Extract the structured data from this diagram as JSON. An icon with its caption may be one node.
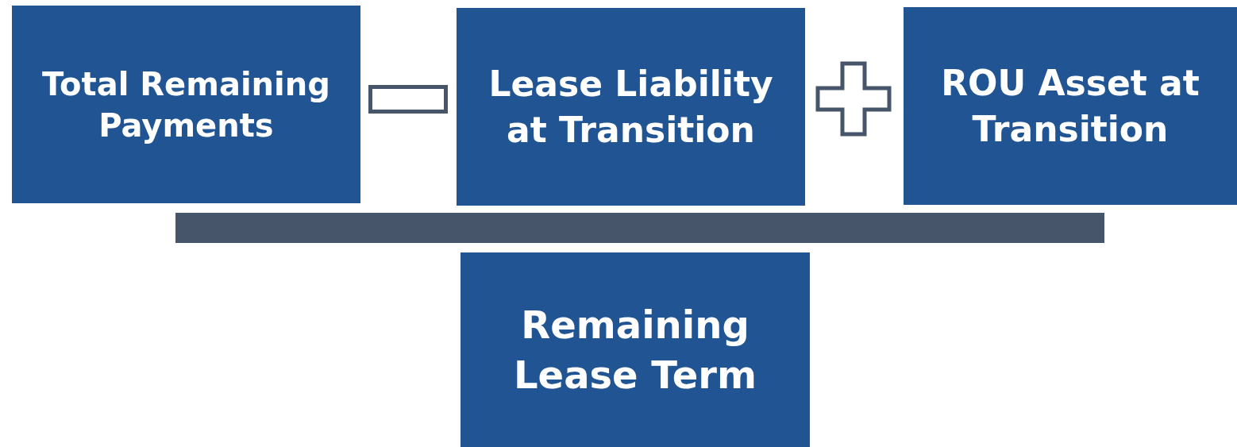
{
  "diagram": {
    "nodes": [
      {
        "text": [
          "Total Remaining Payments"
        ]
      },
      {
        "text": [],
        "shape": "minus"
      },
      {
        "text": [
          "Lease Liability at Transition"
        ]
      },
      {
        "text": [],
        "shape": "plus"
      },
      {
        "text": [
          "ROU Asset at Transition"
        ]
      },
      {
        "text": [],
        "shape": "bar"
      },
      {
        "text": [
          "Remaining Lease Term"
        ]
      }
    ]
  }
}
